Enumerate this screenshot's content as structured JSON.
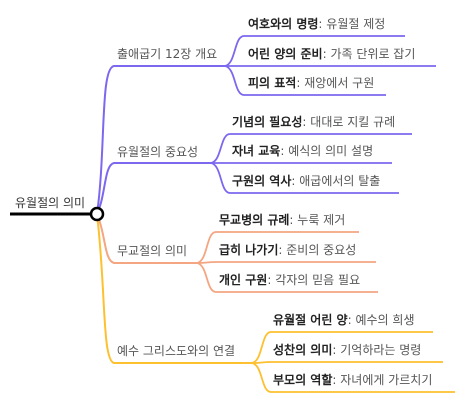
{
  "root": {
    "label": "유월절의 의미"
  },
  "colors": {
    "root_line": "#000000",
    "branches": [
      "#7b68ee",
      "#7b68ee",
      "#f4a582",
      "#fdc02f"
    ]
  },
  "branches": [
    {
      "label": "출애굽기 12장 개요",
      "children": [
        {
          "title": "여호와의 명령",
          "desc": ": 유월절 제정"
        },
        {
          "title": "어린 양의 준비",
          "desc": ": 가족 단위로 잡기"
        },
        {
          "title": "피의 표적",
          "desc": ": 재앙에서 구원"
        }
      ]
    },
    {
      "label": "유월절의 중요성",
      "children": [
        {
          "title": "기념의 필요성",
          "desc": ": 대대로 지킬 규례"
        },
        {
          "title": "자녀 교육",
          "desc": ": 예식의 의미 설명"
        },
        {
          "title": "구원의 역사",
          "desc": ": 애굽에서의 탈출"
        }
      ]
    },
    {
      "label": "무교절의 의미",
      "children": [
        {
          "title": "무교병의 규례",
          "desc": ": 누룩 제거"
        },
        {
          "title": "급히 나가기",
          "desc": ": 준비의 중요성"
        },
        {
          "title": "개인 구원",
          "desc": ": 각자의 믿음 필요"
        }
      ]
    },
    {
      "label": "예수 그리스도와의 연결",
      "children": [
        {
          "title": "유월절 어린 양",
          "desc": ": 예수의 희생"
        },
        {
          "title": "성찬의 의미",
          "desc": ": 기억하라는 명령"
        },
        {
          "title": "부모의 역할",
          "desc": ": 자녀에게 가르치기"
        }
      ]
    }
  ]
}
